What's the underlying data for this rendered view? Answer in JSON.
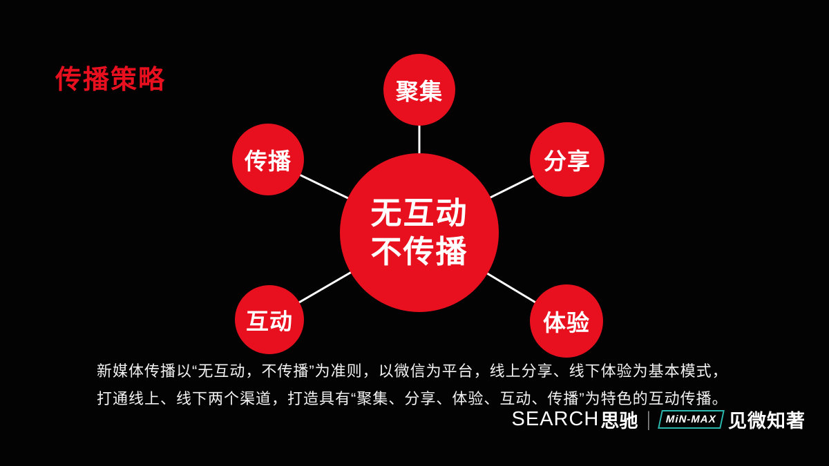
{
  "colors": {
    "red": "#e8101f",
    "teal": "#2cb8ae",
    "background": "#030303",
    "text": "#ffffff"
  },
  "title": "传播策略",
  "diagram": {
    "center": {
      "line1": "无互动",
      "line2": "不传播"
    },
    "satellites": [
      {
        "id": "top",
        "label": "聚集"
      },
      {
        "id": "left",
        "label": "传播"
      },
      {
        "id": "right",
        "label": "分享"
      },
      {
        "id": "bottom-left",
        "label": "互动"
      },
      {
        "id": "bottom-right",
        "label": "体验"
      }
    ]
  },
  "description": {
    "line1": "新媒体传播以“无互动，不传播”为准则，以微信为平台，线上分享、线下体验为基本模式，",
    "line2": "打通线上、线下两个渠道，打造具有“聚集、分享、体验、互动、传播”为特色的互动传播。"
  },
  "footer": {
    "brand_left": "SEARCH",
    "brand_left_cn": "思驰",
    "separator": "|",
    "brand_mid": "MiN-MAX",
    "brand_right": "见微知著"
  }
}
